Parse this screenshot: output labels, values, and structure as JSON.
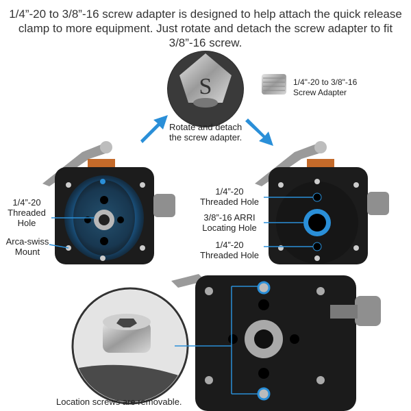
{
  "headline": "1/4”-20 to 3/8”-16 screw adapter is designed to help attach the quick release clamp to more equipment. Just rotate and detach the screw adapter to fit 3/8”-16 screw.",
  "adapter_label": "1/4\"-20 to 3/8\"-16\nScrew Adapter",
  "rotate_note": "Rotate and detach\nthe screw adapter.",
  "left_labels": {
    "threaded_hole": "1/4”-20\nThreaded\nHole",
    "arca_mount": "Arca-swiss\nMount"
  },
  "right_labels": {
    "top_hole": "1/4”-20\nThreaded Hole",
    "arri_hole": "3/8”-16 ARRI\nLocating Hole",
    "bottom_hole": "1/4”-20\nThreaded Hole"
  },
  "caption": "Location screws are removable.",
  "colors": {
    "accent": "#2a8fd8",
    "body": "#1c1c1c",
    "metal": "#b9b9b9"
  }
}
